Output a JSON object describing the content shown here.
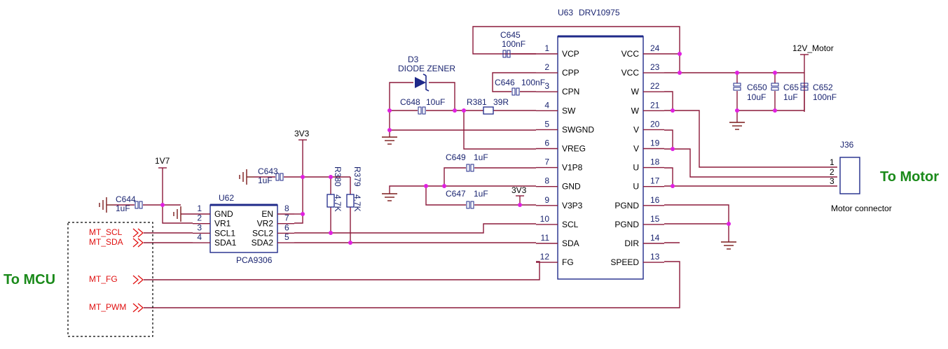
{
  "u63": {
    "ref": "U63",
    "value": "DRV10975",
    "left_pins": [
      {
        "n": "1",
        "name": "VCP"
      },
      {
        "n": "2",
        "name": "CPP"
      },
      {
        "n": "3",
        "name": "CPN"
      },
      {
        "n": "4",
        "name": "SW"
      },
      {
        "n": "5",
        "name": "SWGND"
      },
      {
        "n": "6",
        "name": "VREG"
      },
      {
        "n": "7",
        "name": "V1P8"
      },
      {
        "n": "8",
        "name": "GND"
      },
      {
        "n": "9",
        "name": "V3P3"
      },
      {
        "n": "10",
        "name": "SCL"
      },
      {
        "n": "11",
        "name": "SDA"
      },
      {
        "n": "12",
        "name": "FG"
      }
    ],
    "right_pins": [
      {
        "n": "24",
        "name": "VCC"
      },
      {
        "n": "23",
        "name": "VCC"
      },
      {
        "n": "22",
        "name": "W"
      },
      {
        "n": "21",
        "name": "W"
      },
      {
        "n": "20",
        "name": "V"
      },
      {
        "n": "19",
        "name": "V"
      },
      {
        "n": "18",
        "name": "U"
      },
      {
        "n": "17",
        "name": "U"
      },
      {
        "n": "16",
        "name": "PGND"
      },
      {
        "n": "15",
        "name": "PGND"
      },
      {
        "n": "14",
        "name": "DIR"
      },
      {
        "n": "13",
        "name": "SPEED"
      }
    ]
  },
  "u62": {
    "ref": "U62",
    "value": "PCA9306",
    "left_pins": [
      {
        "n": "1",
        "name": "GND"
      },
      {
        "n": "2",
        "name": "VR1"
      },
      {
        "n": "3",
        "name": "SCL1"
      },
      {
        "n": "4",
        "name": "SDA1"
      }
    ],
    "right_pins": [
      {
        "n": "8",
        "name": "EN"
      },
      {
        "n": "7",
        "name": "VR2"
      },
      {
        "n": "6",
        "name": "SCL2"
      },
      {
        "n": "5",
        "name": "SDA2"
      }
    ]
  },
  "caps": {
    "c645": {
      "ref": "C645",
      "value": "100nF"
    },
    "c646": {
      "ref": "C646",
      "value": "100nF"
    },
    "c648": {
      "ref": "C648",
      "value": "10uF"
    },
    "c649": {
      "ref": "C649",
      "value": "1uF"
    },
    "c647": {
      "ref": "C647",
      "value": "1uF"
    },
    "c643": {
      "ref": "C643",
      "value": "1uF"
    },
    "c644": {
      "ref": "C644",
      "value": "1uF"
    },
    "c650": {
      "ref": "C650",
      "value": "10uF"
    },
    "c651": {
      "ref": "C65",
      "value": "1uF"
    },
    "c652": {
      "ref": "C652",
      "value": "100nF"
    }
  },
  "resistors": {
    "r381": {
      "ref": "R381",
      "value": "39R"
    },
    "r380": {
      "ref": "R380",
      "value": "4.7K"
    },
    "r379": {
      "ref": "R379",
      "value": "4.7K"
    }
  },
  "diode": {
    "ref": "D3",
    "value": "DIODE ZENER"
  },
  "power": {
    "v12": "12V_Motor",
    "v3v3_a": "3V3",
    "v3v3_b": "3V3",
    "v1v7": "1V7"
  },
  "connector": {
    "ref": "J36",
    "name": "Motor connector",
    "pins": [
      "1",
      "2",
      "3"
    ]
  },
  "nets": {
    "scl": "MT_SCL",
    "sda": "MT_SDA",
    "fg": "MT_FG",
    "pwm": "MT_PWM"
  },
  "labels": {
    "mcu": "To MCU",
    "motor": "To Motor"
  },
  "colors": {
    "wire": "#8b1a3a",
    "body": "#1f2a8a",
    "net": "#e01010",
    "junction": "#e020e0",
    "title": "#1a8a1a"
  }
}
